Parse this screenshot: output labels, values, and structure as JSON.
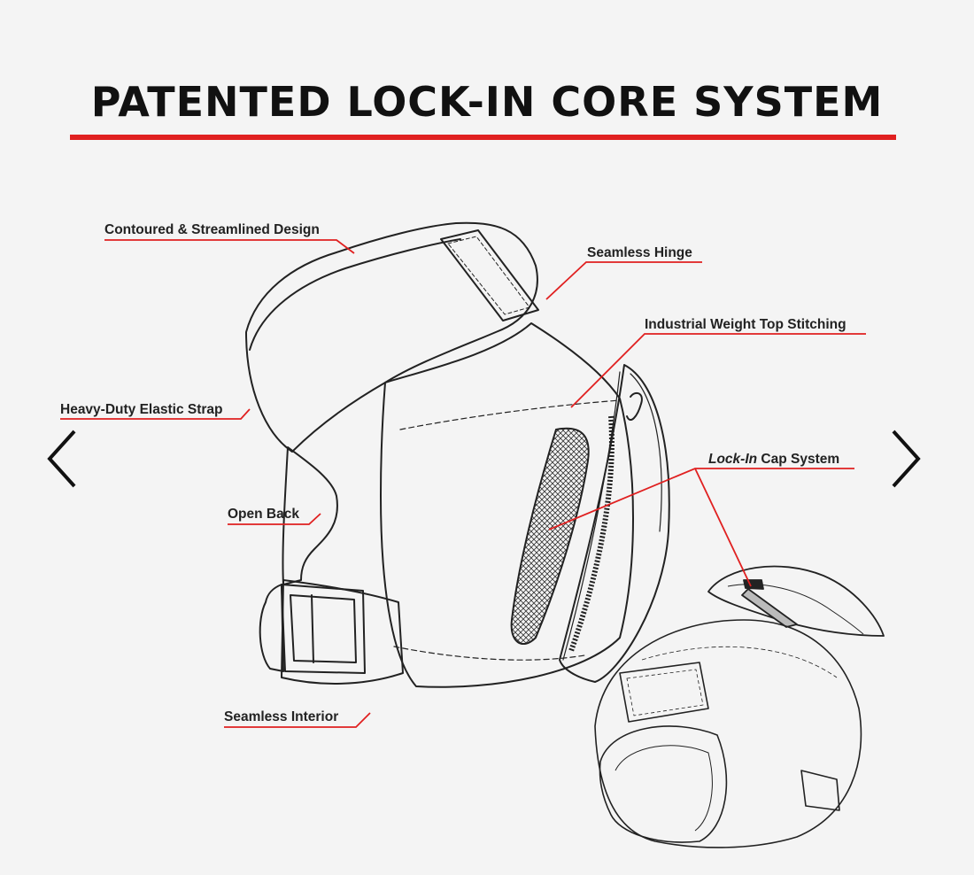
{
  "title": "PATENTED LOCK-IN CORE SYSTEM",
  "colors": {
    "accent": "#e02020",
    "ink": "#222222",
    "background": "#f4f4f4"
  },
  "callouts": {
    "contoured": "Contoured & Streamlined Design",
    "hinge": "Seamless Hinge",
    "stitching": "Industrial Weight Top Stitching",
    "strap": "Heavy-Duty Elastic Strap",
    "lockin_italic": "Lock-In",
    "lockin_rest": " Cap System",
    "open_back": "Open Back",
    "interior": "Seamless Interior"
  },
  "nav": {
    "prev_icon": "chevron-left-icon",
    "next_icon": "chevron-right-icon"
  }
}
